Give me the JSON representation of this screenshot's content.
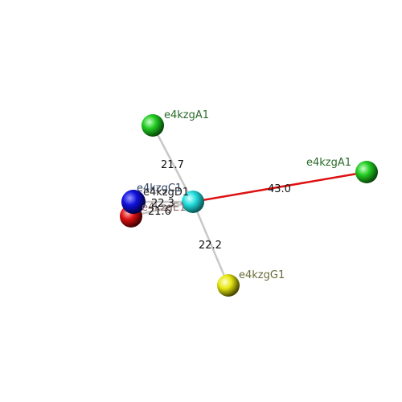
{
  "nodes": [
    {
      "id": "a_top",
      "label": "e4kzgA1",
      "color": "#22cc22",
      "label_color": "#2a6a2a"
    },
    {
      "id": "a_right",
      "label": "e4kzgA1",
      "color": "#22cc22",
      "label_color": "#2a6a2a"
    },
    {
      "id": "center",
      "label": "",
      "color": "#22dddd",
      "label_color": "#000000"
    },
    {
      "id": "c_blue",
      "label": "e4kzgC1",
      "color": "#1111dd",
      "label_color": "#334466"
    },
    {
      "id": "d_red",
      "label": "e4kzgD1",
      "color": "#dd1111",
      "label_color": "#222222"
    },
    {
      "id": "e_red",
      "label": "e4kzgE1",
      "color": "#dd1111",
      "label_color": "#8a6a6a"
    },
    {
      "id": "g_yellow",
      "label": "e4kzgG1",
      "color": "#dddd11",
      "label_color": "#6a6a3a"
    }
  ],
  "edges": [
    {
      "id": "center-a_top",
      "value": "21.7",
      "color": "#c8c8c8"
    },
    {
      "id": "center-a_right",
      "value": "43.0",
      "color": "#dd1111"
    },
    {
      "id": "center-g_yellow",
      "value": "22.2",
      "color": "#c8c8c8"
    },
    {
      "id": "center-c_blue",
      "value": "22.3",
      "color": "#c8c8c8"
    },
    {
      "id": "center-e_red",
      "value": "21.6",
      "color": "#c8c8c8"
    }
  ]
}
